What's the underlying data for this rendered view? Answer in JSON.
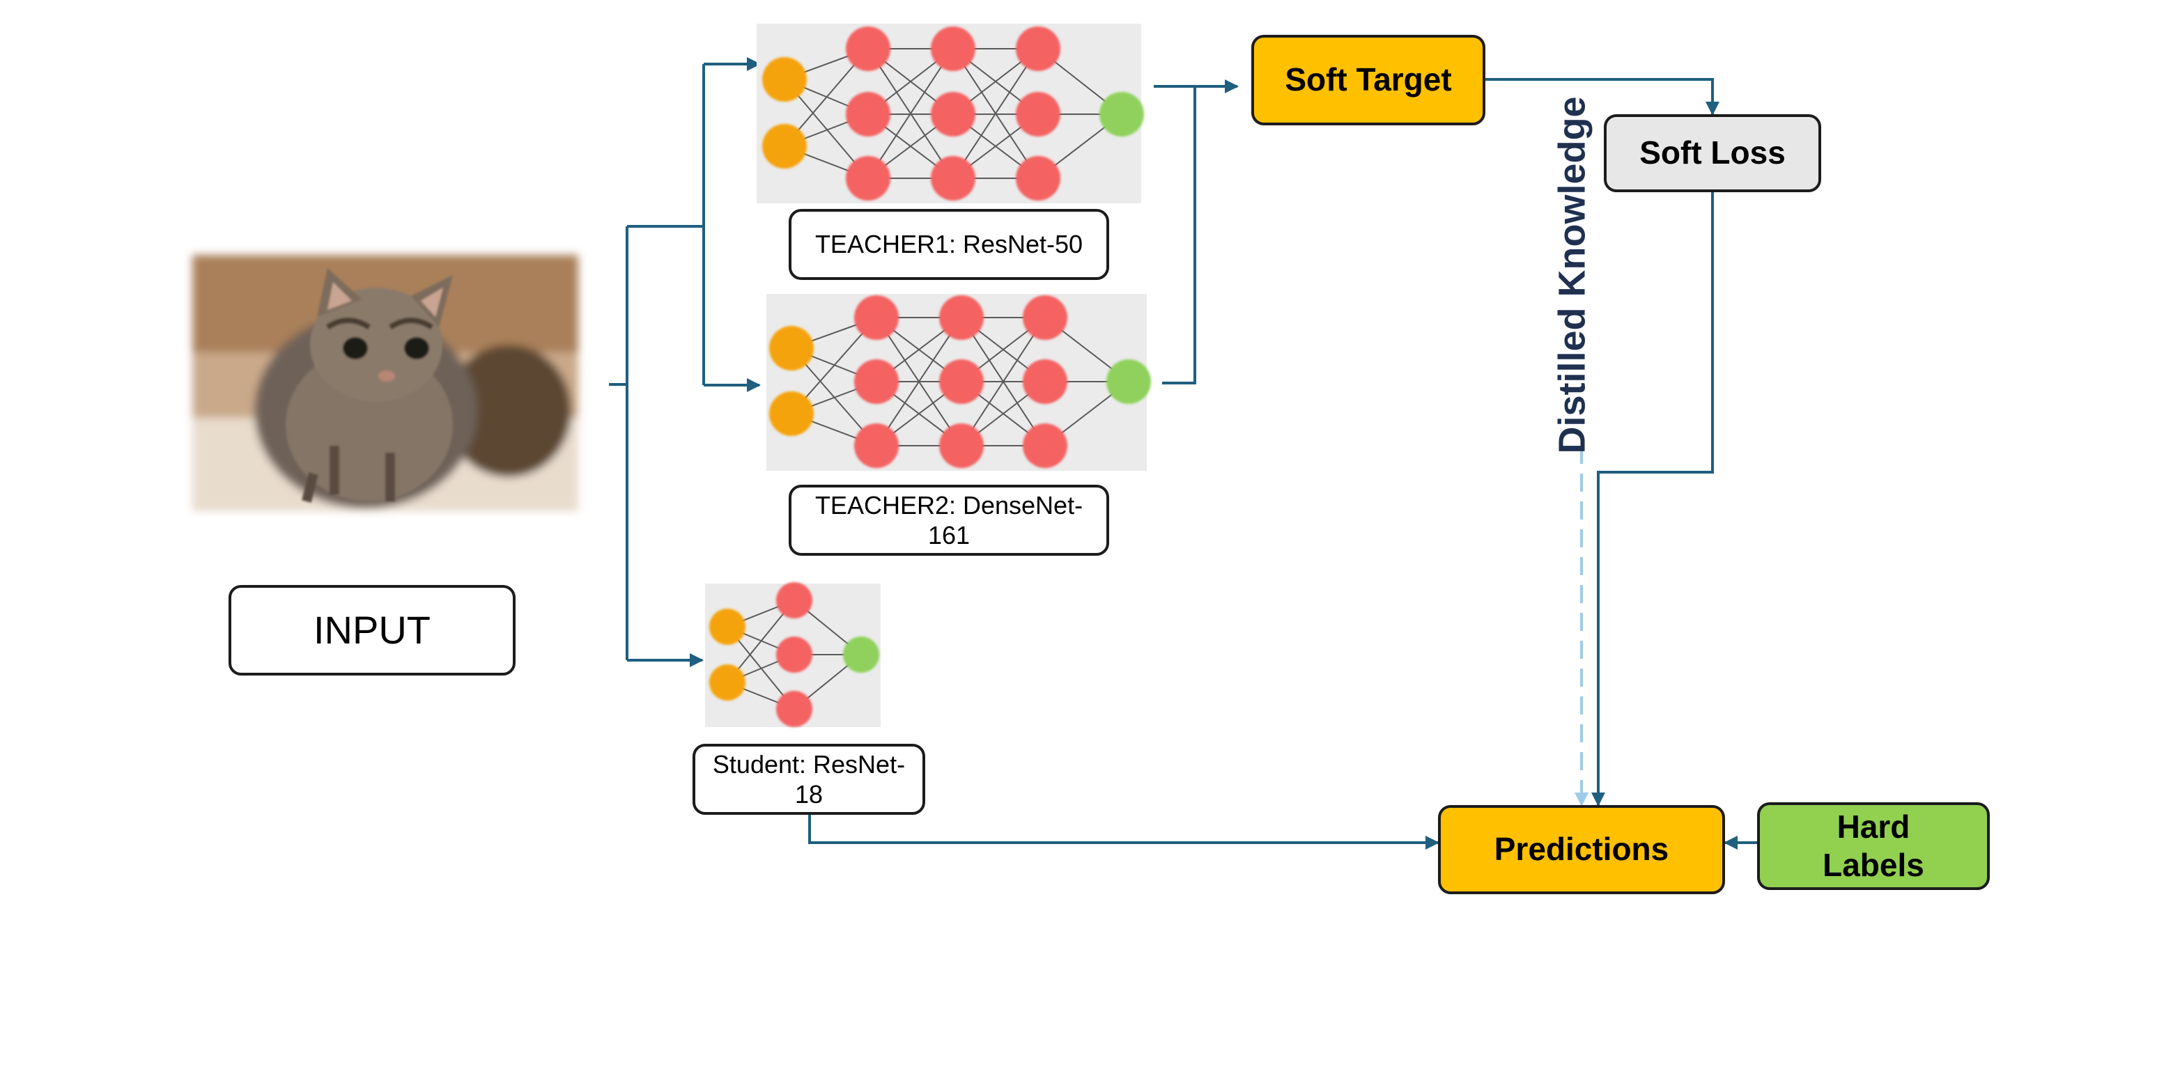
{
  "input": {
    "label": "INPUT"
  },
  "teachers": [
    {
      "label": "TEACHER1: ResNet-50"
    },
    {
      "label": "TEACHER2: DenseNet-161"
    }
  ],
  "student": {
    "label": "Student: ResNet-18"
  },
  "soft_target": {
    "label": "Soft Target"
  },
  "soft_loss": {
    "label": "Soft Loss"
  },
  "distilled_knowledge": {
    "label": "Distilled Knowledge"
  },
  "predictions": {
    "label": "Predictions"
  },
  "hard_labels": {
    "label": "Hard\nLabels"
  },
  "colors": {
    "connector": "#1f5f7f",
    "dashed_connector": "#9fcbe8",
    "input_node": "#f5a30a",
    "hidden_node": "#f46262",
    "output_node": "#8fd15c",
    "highlight_box": "#ffc000",
    "hard_labels_box": "#92d050",
    "soft_loss_box": "#e7e7e7"
  },
  "icons": {
    "input_image": "kitten-photo-icon",
    "teacher1_net": "neural-network-icon",
    "teacher2_net": "neural-network-icon",
    "student_net": "neural-network-icon"
  }
}
